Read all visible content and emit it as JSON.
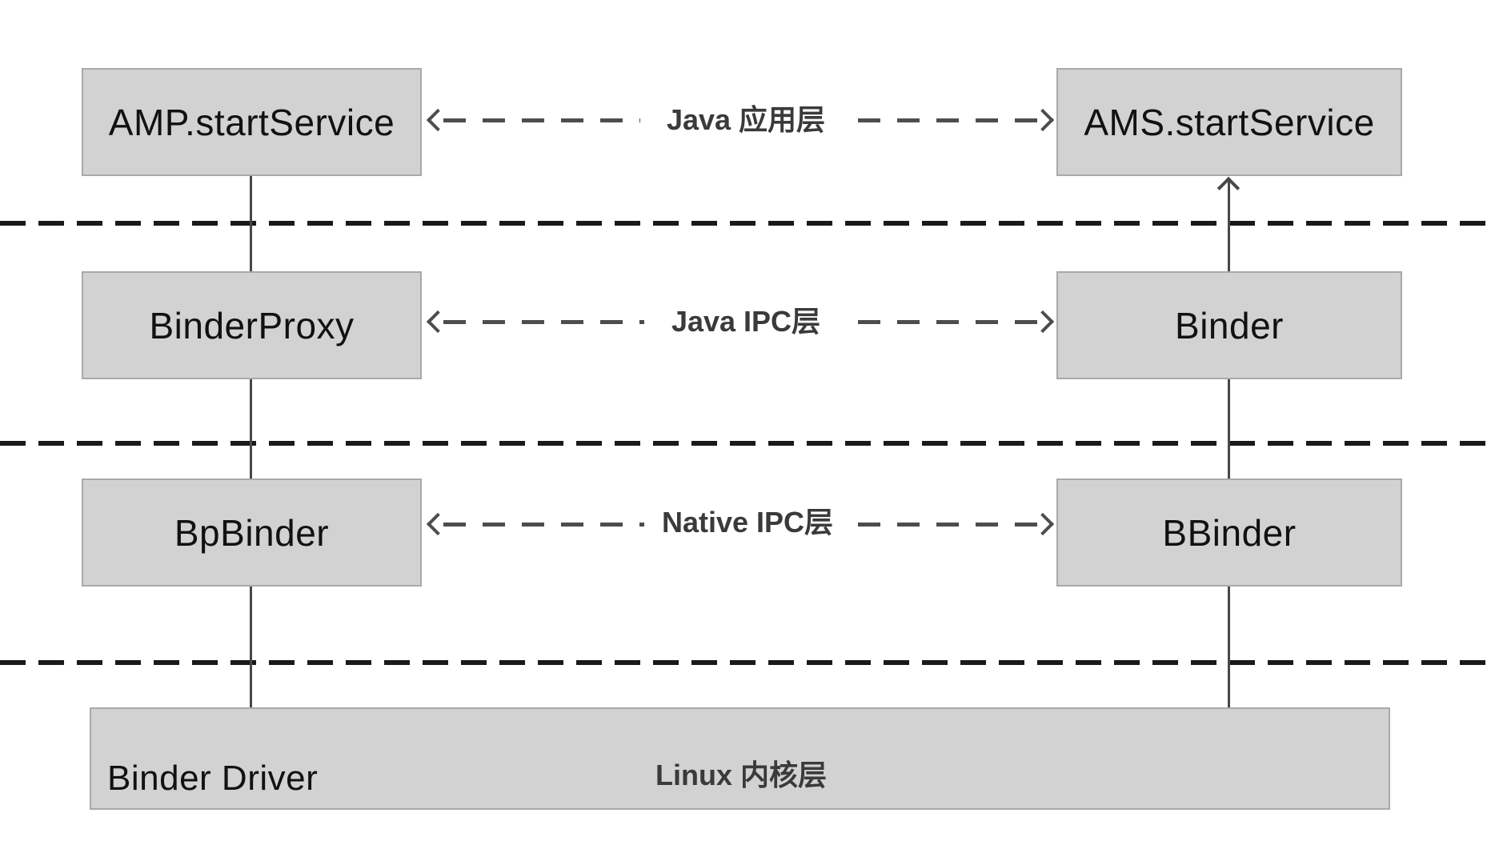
{
  "nodes": {
    "amp": "AMP.startService",
    "ams": "AMS.startService",
    "binder_proxy": "BinderProxy",
    "binder": "Binder",
    "bp_binder": "BpBinder",
    "b_binder": "BBinder",
    "binder_driver": "Binder Driver"
  },
  "layers": {
    "java_app": "Java 应用层",
    "java_ipc": "Java IPC层",
    "native_ipc": "Native IPC层",
    "linux_kernel": "Linux 内核层"
  },
  "colors": {
    "background": "#ffffff",
    "box_fill": "#d2d2d2",
    "box_border": "#a9a9a9",
    "box_text": "#111111",
    "separator": "#1a1a1a",
    "connector": "#474747",
    "dashed_arrow": "#4d4d4d",
    "layer_label_text": "#3a3a3a"
  }
}
